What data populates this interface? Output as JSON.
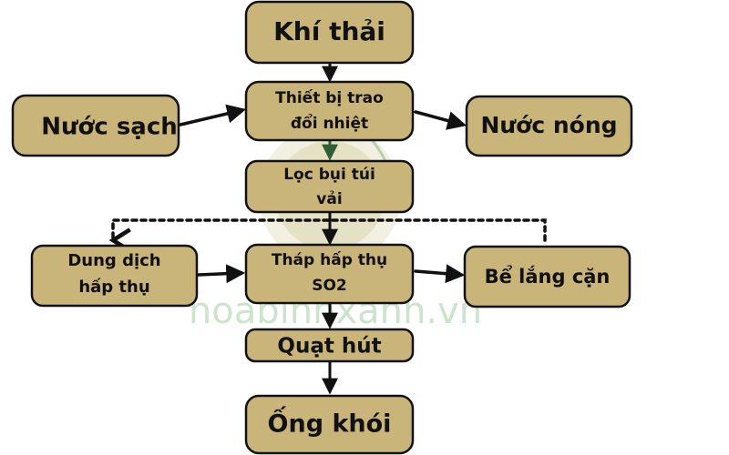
{
  "diagram": {
    "nodes": {
      "khi_thai": {
        "lines": [
          "Khí thải"
        ]
      },
      "thiet_bi": {
        "lines": [
          "Thiết bị trao",
          "đổi nhiệt"
        ]
      },
      "nuoc_sach": {
        "lines": [
          "Nước sạch"
        ]
      },
      "nuoc_nong": {
        "lines": [
          "Nước nóng"
        ]
      },
      "loc_bui": {
        "lines": [
          "Lọc bụi túi",
          "vải"
        ]
      },
      "dung_dich": {
        "lines": [
          "Dung dịch",
          "hấp thụ"
        ]
      },
      "thap_hap_thu": {
        "lines": [
          "Tháp hấp thụ",
          "SO2"
        ]
      },
      "be_lang": {
        "lines": [
          "Bể lắng cặn"
        ]
      },
      "quat_hut": {
        "lines": [
          "Quạt hút"
        ]
      },
      "ong_khoi": {
        "lines": [
          "Ống khói"
        ]
      }
    },
    "watermark": "hoabinhxanh.vn",
    "colors": {
      "node_fill": "#c9b47a",
      "node_stroke": "#111111",
      "arrow": "#111111",
      "arrow_green": "#2f5d34"
    }
  }
}
